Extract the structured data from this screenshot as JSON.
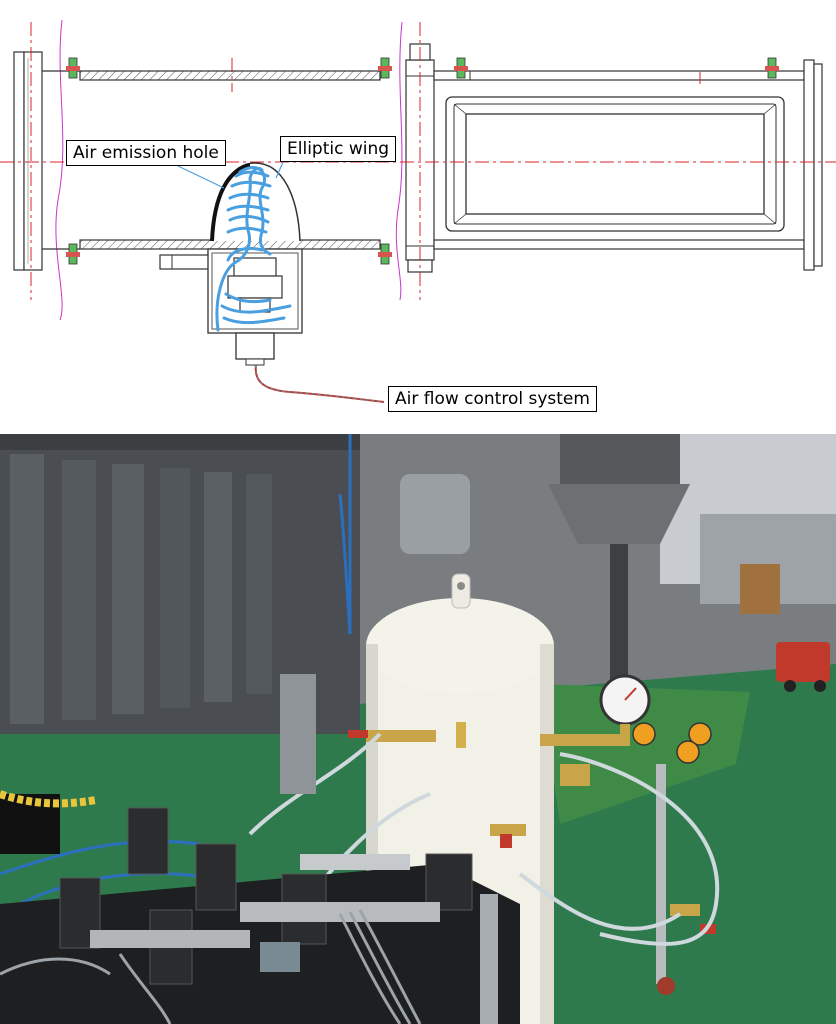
{
  "labels": {
    "air_emission_hole": "Air emission hole",
    "elliptic_wing": "Elliptic wing",
    "air_flow_control_system": "Air flow control system"
  },
  "colors": {
    "drawing_line": "#444444",
    "centerline": "#d8232a",
    "boundary_curve": "#cc33cc",
    "air_bubbles": "#4a9fe0",
    "hose": "#c0392b",
    "tank": "#f2f1e8",
    "floor": "#2f7a4d",
    "table_top": "#3f8a47"
  },
  "icons": {
    "flange_bolt": "green-red-bolt-icon",
    "pressure_gauge": "pressure-gauge-icon"
  }
}
